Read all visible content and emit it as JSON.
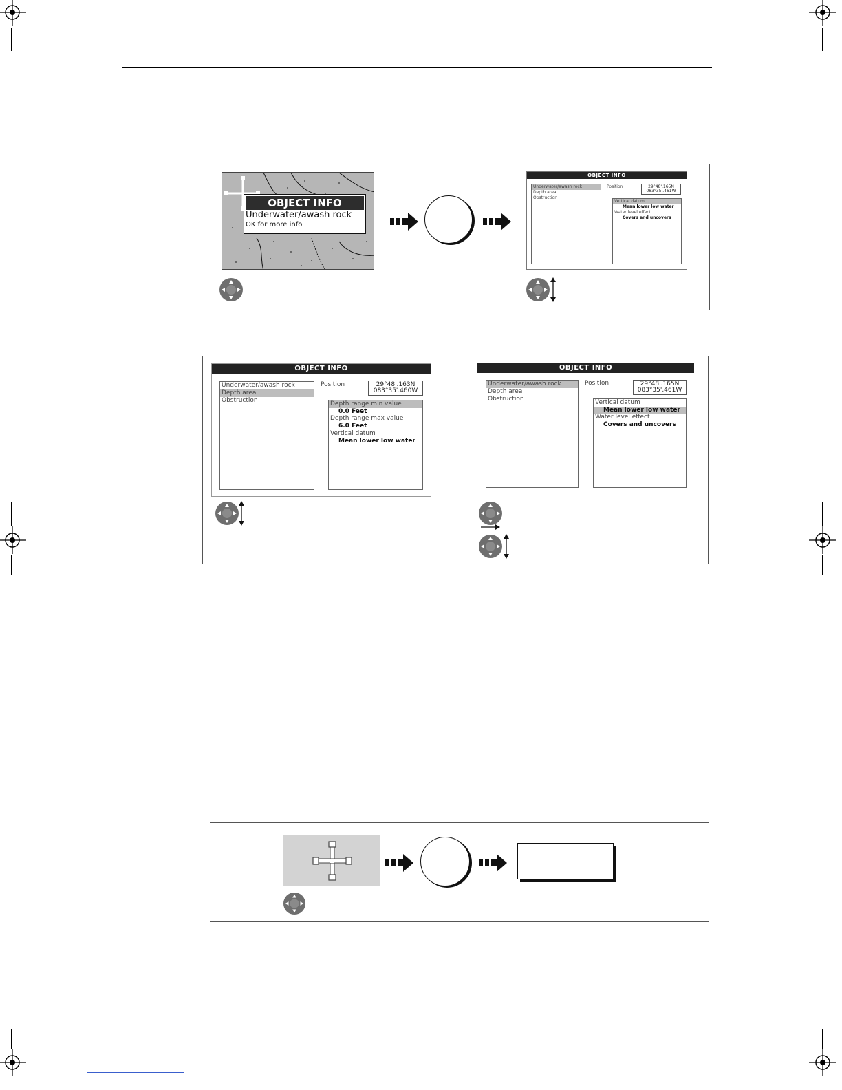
{
  "fig1": {
    "popup_title": "OBJECT INFO",
    "popup_line1": "Underwater/awash rock",
    "popup_line2": "OK for more info",
    "screen": {
      "title": "OBJECT INFO",
      "list": [
        "Underwater/awash rock",
        "Depth area",
        "Obstruction"
      ],
      "position_label": "Position",
      "position_lat": "29°48'.165N",
      "position_lon": "083°35'.461W",
      "details": [
        {
          "text": "Vertical datum",
          "kind": "label",
          "selected": true
        },
        {
          "text": "Mean lower low water",
          "kind": "value",
          "selected": false
        },
        {
          "text": "Water level effect",
          "kind": "label",
          "selected": false
        },
        {
          "text": "Covers and uncovers",
          "kind": "value",
          "selected": false
        }
      ]
    }
  },
  "fig2": {
    "left": {
      "title": "OBJECT INFO",
      "list": [
        "Underwater/awash rock",
        "Depth area",
        "Obstruction"
      ],
      "selected_index": 1,
      "position_label": "Position",
      "position_lat": "29°48'.163N",
      "position_lon": "083°35'.460W",
      "details": [
        {
          "text": "Depth range min value",
          "kind": "label",
          "selected": true
        },
        {
          "text": "0.0 Feet",
          "kind": "value",
          "selected": false
        },
        {
          "text": "Depth range max value",
          "kind": "label",
          "selected": false
        },
        {
          "text": "6.0 Feet",
          "kind": "value",
          "selected": false
        },
        {
          "text": "Vertical datum",
          "kind": "label",
          "selected": false
        },
        {
          "text": "Mean lower low water",
          "kind": "value",
          "selected": false
        }
      ]
    },
    "right": {
      "title": "OBJECT INFO",
      "list": [
        "Underwater/awash rock",
        "Depth area",
        "Obstruction"
      ],
      "selected_index": 0,
      "position_label": "Position",
      "position_lat": "29°48'.165N",
      "position_lon": "083°35'.461W",
      "details": [
        {
          "text": "Vertical datum",
          "kind": "label",
          "selected": false
        },
        {
          "text": "Mean lower low water",
          "kind": "value",
          "selected": true
        },
        {
          "text": "Water level effect",
          "kind": "label",
          "selected": false
        },
        {
          "text": "Covers and uncovers",
          "kind": "value",
          "selected": false
        }
      ]
    }
  },
  "icons": {
    "registration": "registration-mark-icon",
    "trackpad": "trackpad-icon",
    "ok_button": "ok-button-icon",
    "arrow": "double-arrow-icon",
    "cursor": "cursor-cross-icon"
  }
}
